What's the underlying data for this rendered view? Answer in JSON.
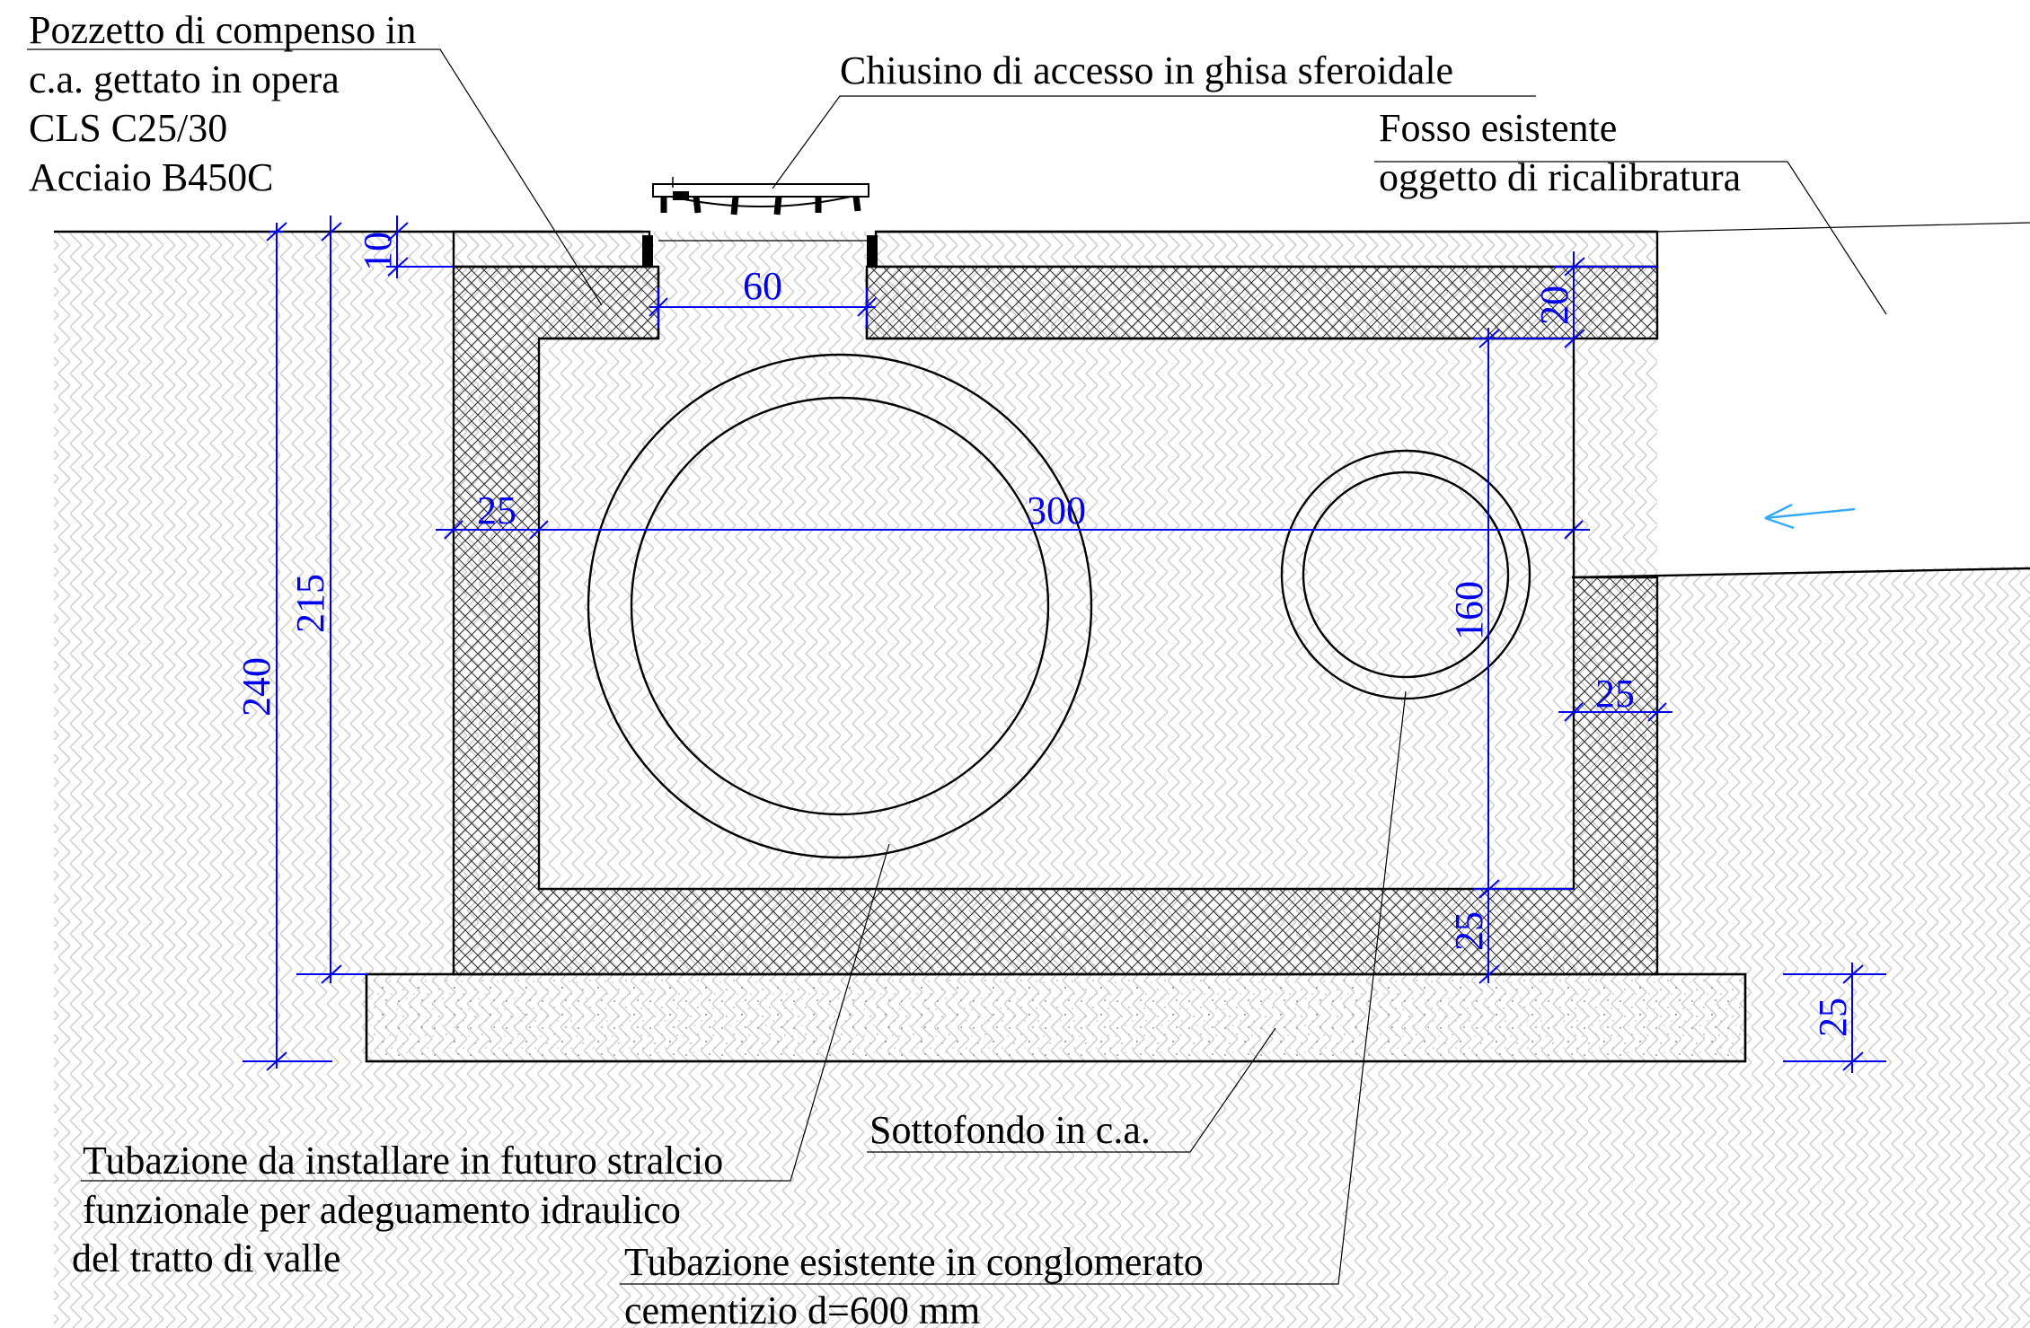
{
  "labels": {
    "pozzetto_1": "Pozzetto di compenso in",
    "pozzetto_2": "c.a. gettato in opera",
    "pozzetto_3": "CLS C25/30",
    "pozzetto_4": "Acciaio B450C",
    "chiusino": "Chiusino di accesso in ghisa sferoidale",
    "fosso_1": "Fosso esistente",
    "fosso_2": "oggetto di ricalibratura",
    "sottofondo": "Sottofondo in c.a.",
    "tubazione_futura_1": "Tubazione da installare in futuro stralcio",
    "tubazione_futura_2": "funzionale per adeguamento idraulico",
    "tubazione_futura_3": "del tratto di valle",
    "tubazione_esistente_1": "Tubazione esistente in conglomerato",
    "tubazione_esistente_2": "cementizio d=600 mm"
  },
  "dimensions": {
    "total_height": "240",
    "inner_height": "215",
    "cover_offset": "10",
    "opening_width": "60",
    "top_slab": "20",
    "left_wall": "25",
    "inner_width": "300",
    "inner_clear_height": "160",
    "right_wall": "25",
    "bottom_slab": "25",
    "base_thickness": "25"
  },
  "colors": {
    "dimension": "#0000ee",
    "line": "#000000",
    "flow_arrow": "#33aaff"
  },
  "icons": {
    "flow_arrow": "arrow-left-icon",
    "manhole_cover": "manhole-cover-icon"
  }
}
